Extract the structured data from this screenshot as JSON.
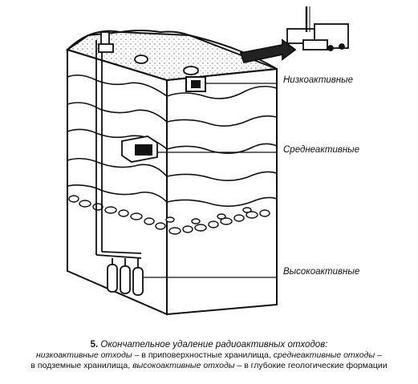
{
  "labels": {
    "low_level": "Низкоактивные",
    "intermediate_level": "Среднеактивные",
    "high_level": "Высокоактивные"
  },
  "caption": {
    "number": "5.",
    "title": "Окончательное удаление радиоактивных отходов:",
    "line2_part1": "низкоактивные отходы",
    "line2_part2": " – в приповерхностные хранилища, ",
    "line2_part3": "среднеактивные отходы",
    "line2_part4": " –",
    "line3_part1": "в подземные хранилища, ",
    "line3_part2": "высокоактивные отходы",
    "line3_part3": " – в глубокие геологические формации"
  }
}
